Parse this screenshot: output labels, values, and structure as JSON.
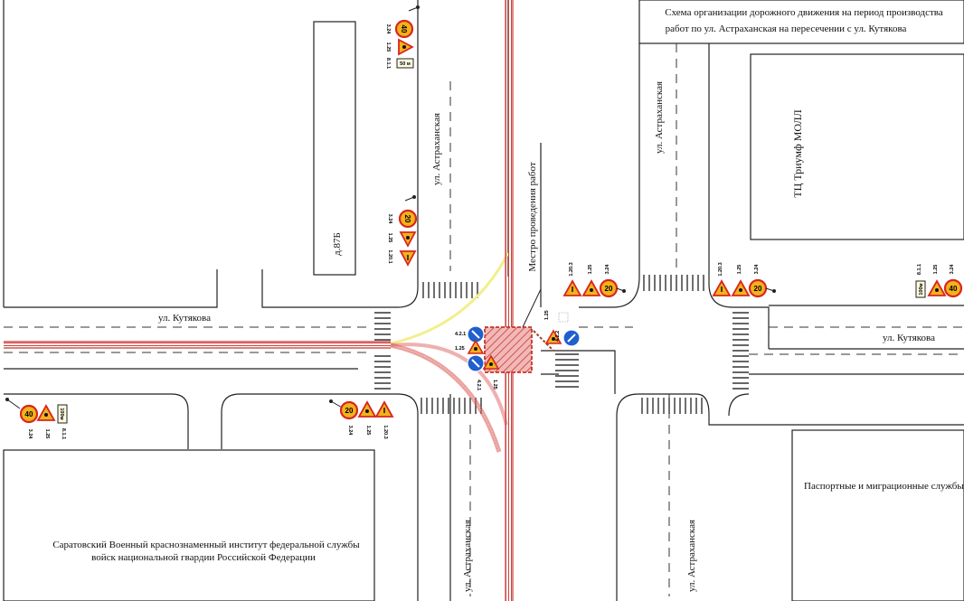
{
  "title_line1": "Схема организации дорожного движения на период производства",
  "title_line2": "работ по ул. Астраханская на пересечении с ул. Кутякова",
  "streets": {
    "astr_top_left": "ул. Астраханская",
    "astr_top_right": "ул. Астраханская",
    "astr_bottom_left": "ул. Астраханская",
    "astr_bottom_right": "ул. Астраханская",
    "kut_left": "ул. Кутякова",
    "kut_right": "ул. Кутякова"
  },
  "buildings": {
    "house": "д.87Б",
    "mall": "ТЦ Триумф МОЛЛ",
    "passport_office": "Паспортные и миграционные службы",
    "institute_line1": "Саратовский Военный краснознаменный институт федеральной службы",
    "institute_line2": "войск национальной гвардии Российской Федерации"
  },
  "work_site_label": "Местро проведения работ",
  "sign_codes": {
    "speed_40": "40",
    "speed_20": "20",
    "code_324": "3.24",
    "code_125": "1.25",
    "code_12031": "1.20.1",
    "code_12033": "1.20.3",
    "code_811": "8.1.1",
    "code_421": "4.2.1",
    "code_422": "4.2.2",
    "dist_50": "50 м",
    "dist_100": "100м"
  },
  "colors": {
    "sign_yellow": "#f3b21b",
    "sign_red": "#d8261f",
    "sign_blue": "#1f5fcf",
    "route_red": "#d9534f",
    "route_yellow": "#f4ee8c",
    "work_zone": "#e8a0a0"
  }
}
